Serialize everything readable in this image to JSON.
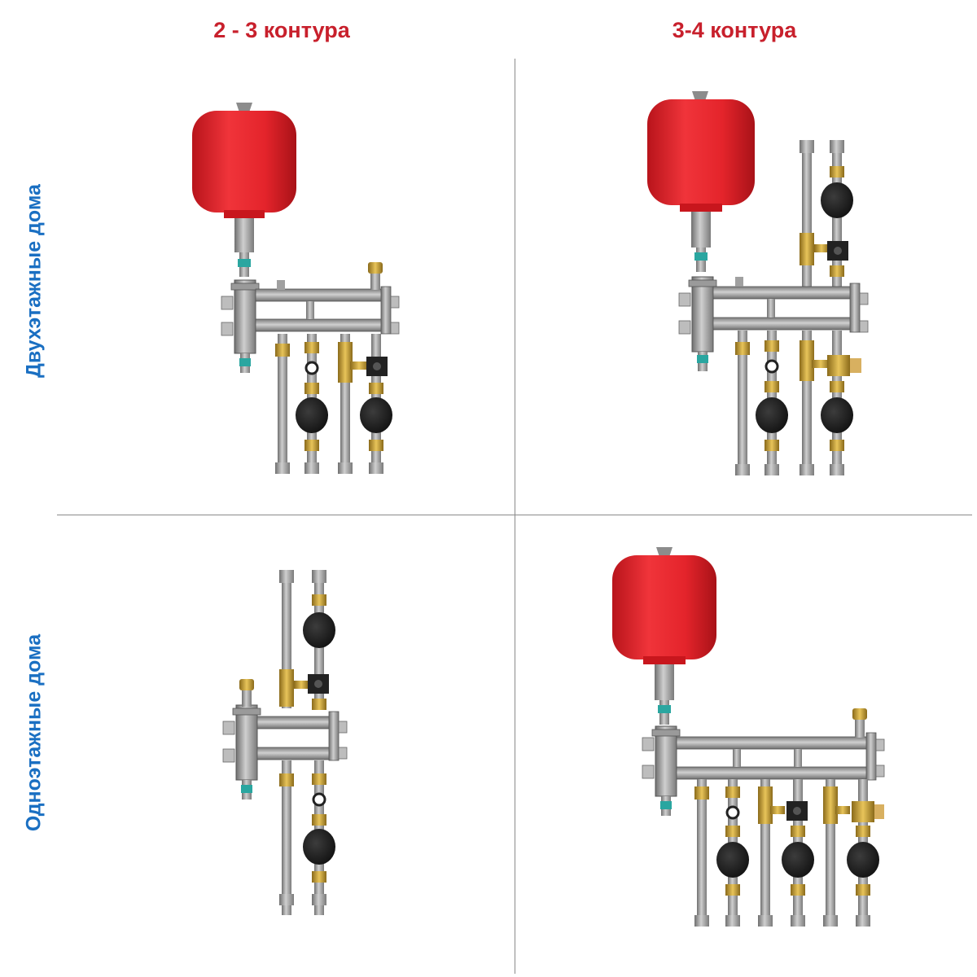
{
  "columns": [
    "2 - 3 контура",
    "3-4 контура"
  ],
  "rows": [
    "Двухэтажные дома",
    "Одноэтажные дома"
  ],
  "colors": {
    "title_red": "#c8202c",
    "title_blue": "#1a6fc2",
    "tank": "#e8222a",
    "steel": "#9a9a9a",
    "brass": "#c9a13a",
    "pump": "#1e1e1e",
    "valve_teal": "#2aa6a0"
  }
}
